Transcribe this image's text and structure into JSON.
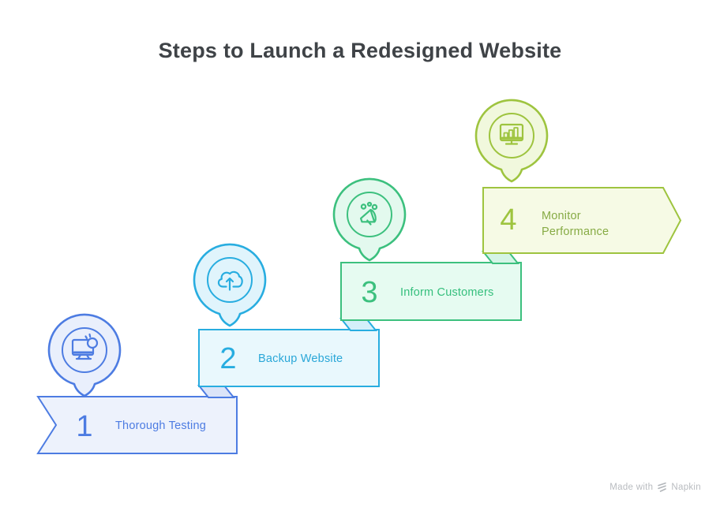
{
  "title": "Steps to Launch a Redesigned Website",
  "steps": [
    {
      "number": "1",
      "label_lines": [
        "Thorough Testing"
      ],
      "icon": "monitor-bug-icon",
      "colors": {
        "main": "#4d7ce2",
        "fill": "#edf2fc",
        "fold": "#dbe4f8",
        "pin": "#e9effc",
        "text": "#4d7ce2"
      }
    },
    {
      "number": "2",
      "label_lines": [
        "Backup Website"
      ],
      "icon": "cloud-upload-icon",
      "colors": {
        "main": "#28ade0",
        "fill": "#e9f8fd",
        "fold": "#d4effa",
        "pin": "#e0f4fc",
        "text": "#2aa7d8"
      }
    },
    {
      "number": "3",
      "label_lines": [
        "Inform Customers"
      ],
      "icon": "megaphone-announcement-icon",
      "colors": {
        "main": "#3cc07e",
        "fill": "#e6fbf1",
        "fold": "#d4f4e6",
        "pin": "#e3f9ee",
        "text": "#35bf7d"
      }
    },
    {
      "number": "4",
      "label_lines": [
        "Monitor",
        "Performance"
      ],
      "icon": "monitor-chart-icon",
      "colors": {
        "main": "#9ec43f",
        "fill": "#f6fae5",
        "pin": "#f1f8dd",
        "text": "#87ab45"
      }
    }
  ],
  "credit": {
    "prefix": "Made with",
    "brand": "Napkin",
    "color": "#b9bcc0"
  }
}
